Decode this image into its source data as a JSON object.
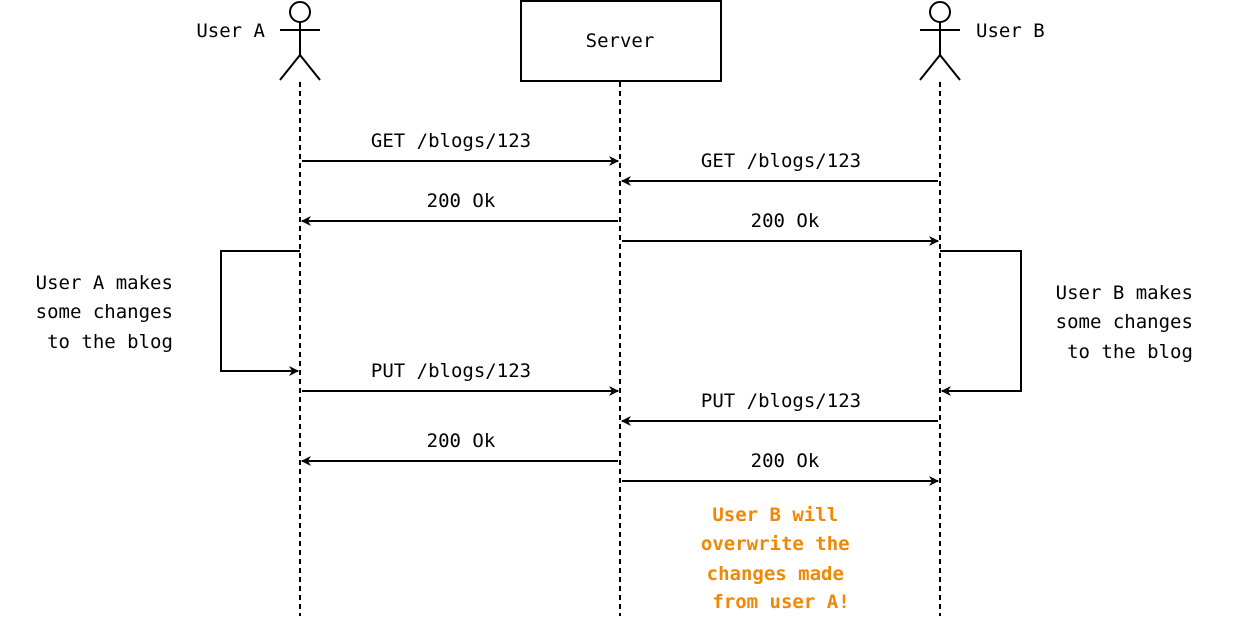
{
  "participants": {
    "user_a": "User A",
    "server": "Server",
    "user_b": "User B"
  },
  "messages": {
    "a_get": "GET /blogs/123",
    "b_get": "GET /blogs/123",
    "server_ok_to_a_1": "200 Ok",
    "server_ok_to_b_1": "200 Ok",
    "a_put": "PUT /blogs/123",
    "b_put": "PUT /blogs/123",
    "server_ok_to_a_2": "200 Ok",
    "server_ok_to_b_2": "200 Ok"
  },
  "notes": {
    "user_a_changes": [
      "User A makes",
      "some changes",
      "to the blog"
    ],
    "user_b_changes": [
      "User B makes",
      "some changes",
      "to the blog"
    ],
    "warning": [
      "User B will",
      "overwrite the",
      "changes made",
      "from user A!"
    ]
  },
  "colors": {
    "warning": "#f08705"
  }
}
